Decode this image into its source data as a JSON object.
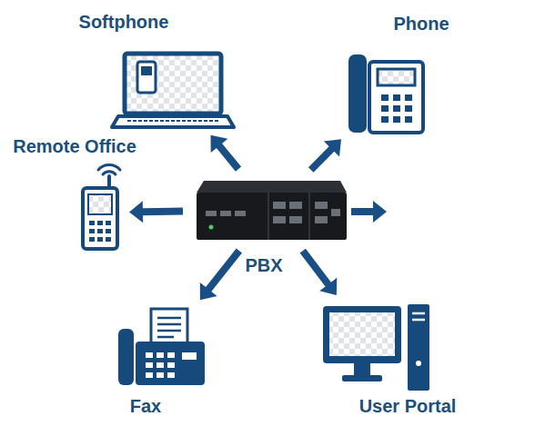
{
  "diagram": {
    "nodes": [
      {
        "text": [
          "Softphone"
        ]
      },
      {
        "text": [
          "Phone"
        ]
      },
      {
        "text": [
          "Remote Office"
        ]
      },
      {
        "text": [
          "PBX"
        ]
      },
      {
        "text": [
          "Fax"
        ]
      },
      {
        "text": [
          "User Portal"
        ]
      }
    ],
    "edges": [
      {
        "from": 3,
        "to": 0,
        "arrow": "to"
      },
      {
        "from": 3,
        "to": 1,
        "arrow": "to"
      },
      {
        "from": 3,
        "to": 2,
        "arrow": "to"
      },
      {
        "from": 3,
        "to": 4,
        "arrow": "to"
      },
      {
        "from": 3,
        "to": 5,
        "arrow": "to"
      }
    ]
  }
}
